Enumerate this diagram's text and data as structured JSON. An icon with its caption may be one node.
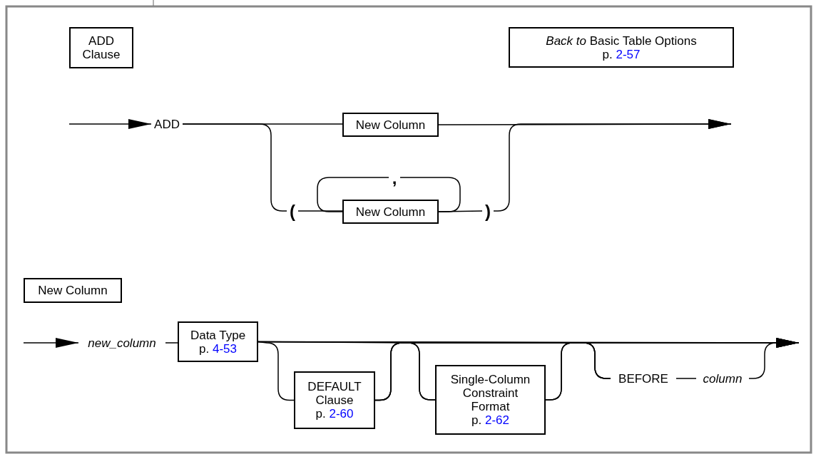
{
  "diagram": {
    "nodes": [
      {
        "text": [
          "ADD Clause"
        ]
      },
      {
        "text": [
          "*Back to* Basic Table Options",
          "p.",
          "2-57"
        ]
      },
      {
        "text": [
          "ADD"
        ]
      },
      {
        "text": [
          "New Column"
        ]
      },
      {
        "text": [
          "("
        ]
      },
      {
        "text": [
          "New Column"
        ]
      },
      {
        "text": [
          ")"
        ]
      },
      {
        "text": [
          ","
        ]
      },
      {
        "text": [
          "New Column"
        ]
      },
      {
        "text": [
          "new_column"
        ]
      },
      {
        "text": [
          "Data Type",
          "p.",
          "4-53"
        ]
      },
      {
        "text": [
          "DEFAULT Clause",
          "p.",
          "2-60"
        ]
      },
      {
        "text": [
          "Single-Column Constraint Format",
          "p.",
          "2-62"
        ]
      },
      {
        "text": [
          "BEFORE"
        ]
      },
      {
        "text": [
          "column"
        ]
      }
    ],
    "edges": [
      {
        "from": null,
        "to": 2,
        "arrow": "to"
      },
      {
        "from": 2,
        "to": 3,
        "arrow": "none"
      },
      {
        "from": 2,
        "to": 4,
        "arrow": "none"
      },
      {
        "from": 4,
        "to": 5,
        "arrow": "none"
      },
      {
        "from": 5,
        "to": 6,
        "arrow": "none"
      },
      {
        "from": 5,
        "to": 7,
        "arrow": "none"
      },
      {
        "from": 7,
        "to": 5,
        "arrow": "none"
      },
      {
        "from": 3,
        "to": null,
        "arrow": "to"
      },
      {
        "from": 6,
        "to": null,
        "arrow": "to"
      },
      {
        "from": null,
        "to": 9,
        "arrow": "to"
      },
      {
        "from": 9,
        "to": 10,
        "arrow": "none"
      },
      {
        "from": 10,
        "to": 11,
        "arrow": "none"
      },
      {
        "from": 10,
        "to": 12,
        "arrow": "none"
      },
      {
        "from": 10,
        "to": 13,
        "arrow": "none"
      },
      {
        "from": 10,
        "to": null,
        "arrow": "to"
      },
      {
        "from": 11,
        "to": 12,
        "arrow": "none"
      },
      {
        "from": 11,
        "to": 13,
        "arrow": "none"
      },
      {
        "from": 11,
        "to": null,
        "arrow": "to"
      },
      {
        "from": 12,
        "to": 13,
        "arrow": "none"
      },
      {
        "from": 12,
        "to": null,
        "arrow": "to"
      },
      {
        "from": 13,
        "to": 14,
        "arrow": "none"
      },
      {
        "from": 14,
        "to": null,
        "arrow": "to"
      }
    ]
  }
}
